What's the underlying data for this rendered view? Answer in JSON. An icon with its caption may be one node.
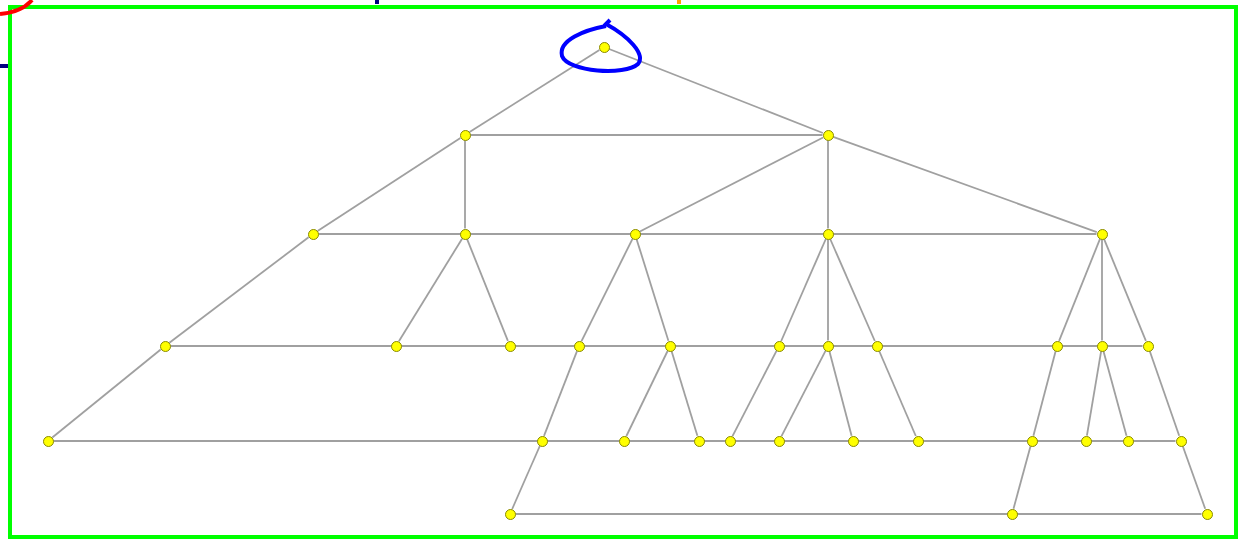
{
  "diagram": {
    "nodes": [
      {
        "text": [],
        "shape": "circle"
      },
      {
        "text": [],
        "shape": "circle"
      },
      {
        "text": [],
        "shape": "circle"
      },
      {
        "text": [],
        "shape": "circle"
      },
      {
        "text": [],
        "shape": "circle"
      },
      {
        "text": [],
        "shape": "circle"
      },
      {
        "text": [],
        "shape": "circle"
      },
      {
        "text": [],
        "shape": "circle"
      },
      {
        "text": [],
        "shape": "circle"
      },
      {
        "text": [],
        "shape": "circle"
      },
      {
        "text": [],
        "shape": "circle"
      },
      {
        "text": [],
        "shape": "circle"
      },
      {
        "text": [],
        "shape": "circle"
      },
      {
        "text": [],
        "shape": "circle"
      },
      {
        "text": [],
        "shape": "circle"
      },
      {
        "text": [],
        "shape": "circle"
      },
      {
        "text": [],
        "shape": "circle"
      },
      {
        "text": [],
        "shape": "circle"
      },
      {
        "text": [],
        "shape": "circle"
      },
      {
        "text": [],
        "shape": "circle"
      },
      {
        "text": [],
        "shape": "circle"
      },
      {
        "text": [],
        "shape": "circle"
      },
      {
        "text": [],
        "shape": "circle"
      },
      {
        "text": [],
        "shape": "circle"
      },
      {
        "text": [],
        "shape": "circle"
      },
      {
        "text": [],
        "shape": "circle"
      },
      {
        "text": [],
        "shape": "circle"
      },
      {
        "text": [],
        "shape": "circle"
      },
      {
        "text": [],
        "shape": "circle"
      },
      {
        "text": [],
        "shape": "circle"
      },
      {
        "text": [],
        "shape": "circle"
      },
      {
        "text": [],
        "shape": "circle"
      },
      {
        "text": [],
        "shape": "circle"
      },
      {
        "text": [],
        "shape": "circle"
      }
    ],
    "edges": [
      {
        "from": 0,
        "to": 1,
        "arrow": "none"
      },
      {
        "from": 0,
        "to": 2,
        "arrow": "none"
      },
      {
        "from": 1,
        "to": 2,
        "arrow": "none"
      },
      {
        "from": 1,
        "to": 3,
        "arrow": "none"
      },
      {
        "from": 1,
        "to": 4,
        "arrow": "none"
      },
      {
        "from": 2,
        "to": 5,
        "arrow": "none"
      },
      {
        "from": 2,
        "to": 6,
        "arrow": "none"
      },
      {
        "from": 2,
        "to": 7,
        "arrow": "none"
      },
      {
        "from": 3,
        "to": 7,
        "arrow": "none"
      },
      {
        "from": 3,
        "to": 8,
        "arrow": "none"
      },
      {
        "from": 4,
        "to": 9,
        "arrow": "none"
      },
      {
        "from": 4,
        "to": 10,
        "arrow": "none"
      },
      {
        "from": 5,
        "to": 11,
        "arrow": "none"
      },
      {
        "from": 5,
        "to": 12,
        "arrow": "none"
      },
      {
        "from": 6,
        "to": 13,
        "arrow": "none"
      },
      {
        "from": 6,
        "to": 14,
        "arrow": "none"
      },
      {
        "from": 6,
        "to": 15,
        "arrow": "none"
      },
      {
        "from": 7,
        "to": 16,
        "arrow": "none"
      },
      {
        "from": 7,
        "to": 17,
        "arrow": "none"
      },
      {
        "from": 7,
        "to": 18,
        "arrow": "none"
      },
      {
        "from": 8,
        "to": 18,
        "arrow": "none"
      },
      {
        "from": 8,
        "to": 19,
        "arrow": "none"
      },
      {
        "from": 11,
        "to": 20,
        "arrow": "none"
      },
      {
        "from": 12,
        "to": 21,
        "arrow": "none"
      },
      {
        "from": 12,
        "to": 22,
        "arrow": "none"
      },
      {
        "from": 13,
        "to": 23,
        "arrow": "none"
      },
      {
        "from": 14,
        "to": 24,
        "arrow": "none"
      },
      {
        "from": 14,
        "to": 25,
        "arrow": "none"
      },
      {
        "from": 15,
        "to": 26,
        "arrow": "none"
      },
      {
        "from": 16,
        "to": 27,
        "arrow": "none"
      },
      {
        "from": 17,
        "to": 28,
        "arrow": "none"
      },
      {
        "from": 17,
        "to": 29,
        "arrow": "none"
      },
      {
        "from": 18,
        "to": 30,
        "arrow": "none"
      },
      {
        "from": 19,
        "to": 30,
        "arrow": "none"
      },
      {
        "from": 20,
        "to": 31,
        "arrow": "none"
      },
      {
        "from": 27,
        "to": 32,
        "arrow": "none"
      },
      {
        "from": 30,
        "to": 33,
        "arrow": "none"
      },
      {
        "from": 31,
        "to": 33,
        "arrow": "none"
      }
    ]
  }
}
